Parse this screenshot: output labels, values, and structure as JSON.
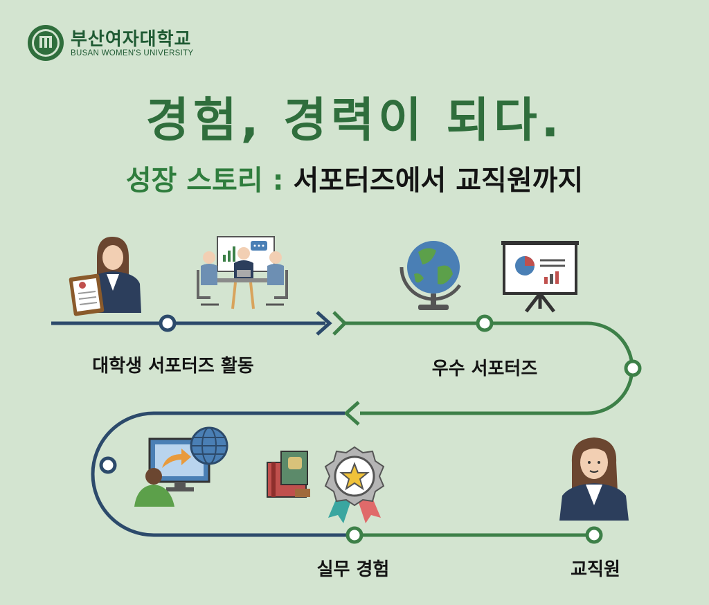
{
  "logo": {
    "korean": "부산여자대학교",
    "english": "BUSAN WOMEN'S UNIVERSITY"
  },
  "headline": "경험, 경력이 되다.",
  "subheadline": {
    "prefix": "성장 스토리 :",
    "suffix": "서포터즈에서 교직원까지"
  },
  "stages": [
    {
      "label": "대학생 서포터즈 활동"
    },
    {
      "label": "우수 서포터즈"
    },
    {
      "label": "실무 경험"
    },
    {
      "label": "교직원"
    }
  ],
  "colors": {
    "background": "#d3e4d0",
    "brand_green": "#2f6e3c",
    "path_navy": "#2c4a6b",
    "path_green": "#3d8048"
  },
  "icons": [
    "university-seal-icon",
    "student-with-clipboard-icon",
    "team-meeting-icon",
    "globe-icon",
    "presentation-board-icon",
    "computer-globe-icon",
    "books-icon",
    "award-badge-icon",
    "staff-woman-icon"
  ]
}
